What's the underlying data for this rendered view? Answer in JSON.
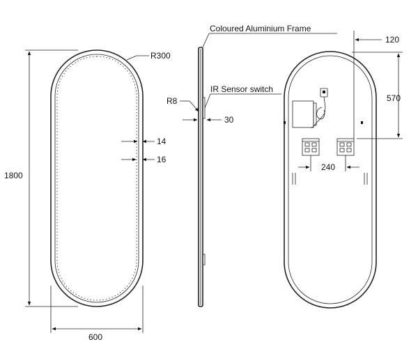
{
  "front_view": {
    "radius_label": "R300",
    "height_label": "1800",
    "width_label": "600",
    "dim_14": "14",
    "dim_16": "16"
  },
  "side_view": {
    "frame_label": "Coloured Aluminium Frame",
    "sensor_label": "IR Sensor switch",
    "radius_label": "R8",
    "depth_label": "30"
  },
  "rear_view": {
    "offset_label": "120",
    "height_label": "570",
    "spacing_label": "240"
  }
}
